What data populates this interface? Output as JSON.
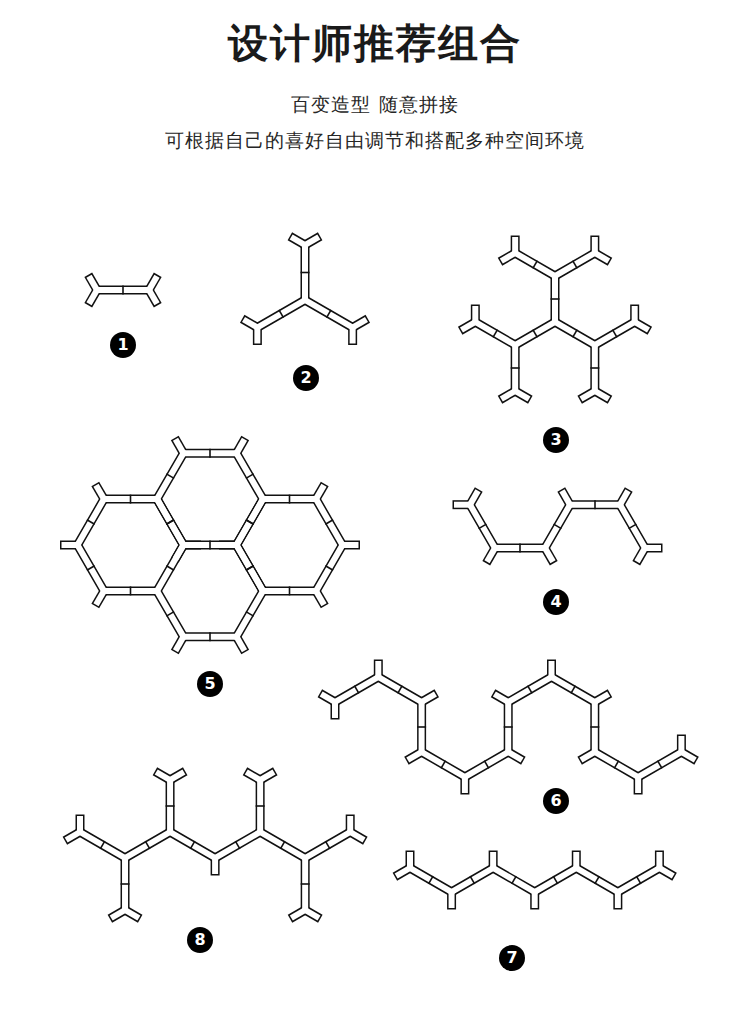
{
  "diagram": {
    "title": "设计师推荐组合",
    "nodes": [
      {
        "text": [
          "1"
        ]
      },
      {
        "text": [
          "2"
        ]
      },
      {
        "text": [
          "3"
        ]
      },
      {
        "text": [
          "4"
        ]
      },
      {
        "text": [
          "5"
        ]
      },
      {
        "text": [
          "6"
        ]
      },
      {
        "text": [
          "8"
        ]
      },
      {
        "text": [
          "7"
        ]
      }
    ],
    "edges": [],
    "labels": [
      "百变造型 随意拼接",
      "可根据自己的喜好自由调节和搭配多种空间环境"
    ]
  }
}
